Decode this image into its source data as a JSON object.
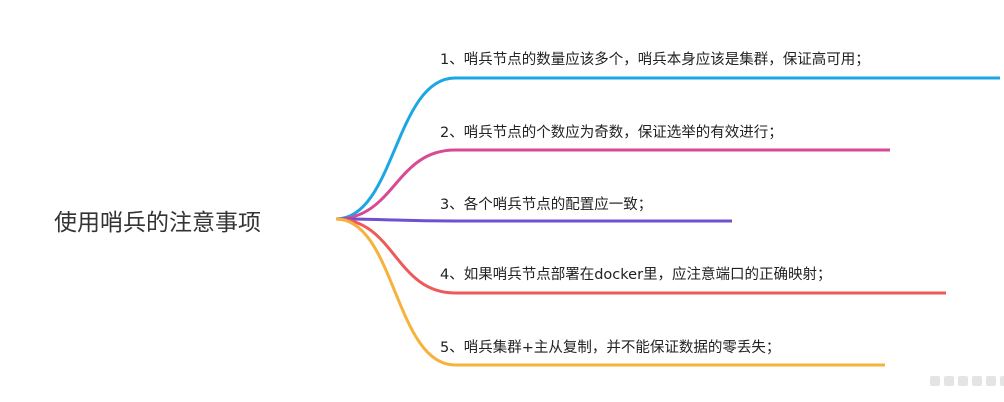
{
  "root": {
    "title": "使用哨兵的注意事项"
  },
  "branches": [
    {
      "text": "1、哨兵节点的数量应该多个，哨兵本身应该是集群，保证高可用；",
      "color": "#1ba7e4"
    },
    {
      "text": "2、哨兵节点的个数应为奇数，保证选举的有效进行；",
      "color": "#d94a94"
    },
    {
      "text": "3、各个哨兵节点的配置应一致；",
      "color": "#7050d0"
    },
    {
      "text": "4、如果哨兵节点部署在docker里，应注意端口的正确映射；",
      "color": "#ee5a5a"
    },
    {
      "text": "5、哨兵集群+主从复制，并不能保证数据的零丢失；",
      "color": "#f5b23c"
    }
  ]
}
